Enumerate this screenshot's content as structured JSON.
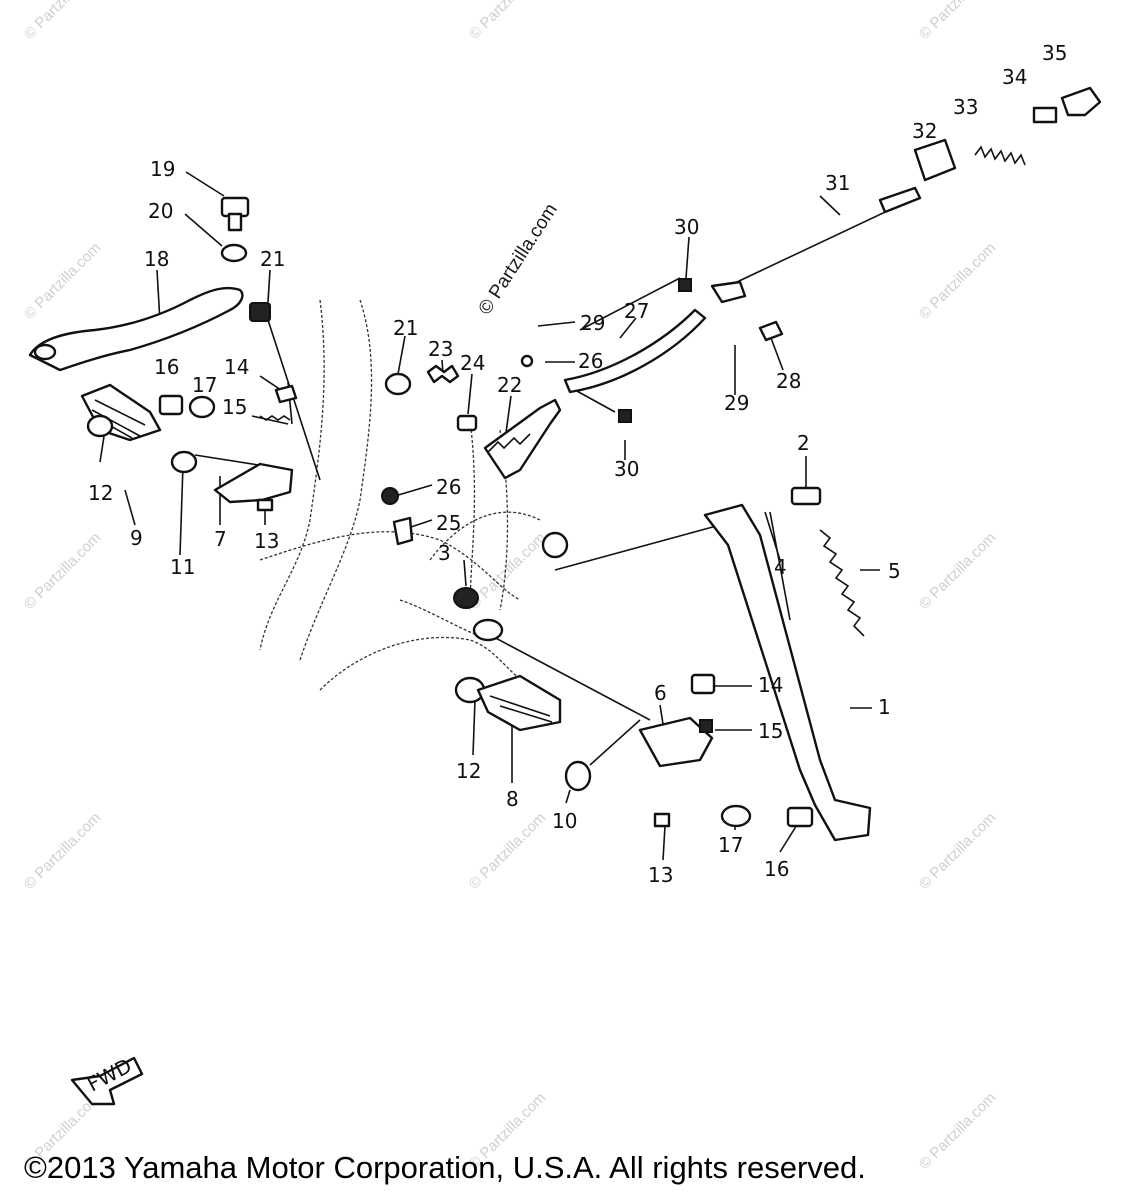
{
  "watermark": {
    "main": "© Partzilla.com",
    "tile": "© Partzilla.com"
  },
  "fwd_label": "FWD",
  "copyright": "©2013 Yamaha Motor Corporation, U.S.A. All rights reserved.",
  "callouts": [
    {
      "id": "19",
      "text": "19"
    },
    {
      "id": "20",
      "text": "20"
    },
    {
      "id": "18",
      "text": "18"
    },
    {
      "id": "21a",
      "text": "21"
    },
    {
      "id": "21b",
      "text": "21"
    },
    {
      "id": "23",
      "text": "23"
    },
    {
      "id": "24",
      "text": "24"
    },
    {
      "id": "22",
      "text": "22"
    },
    {
      "id": "27",
      "text": "27"
    },
    {
      "id": "29a",
      "text": "29"
    },
    {
      "id": "26a",
      "text": "26"
    },
    {
      "id": "28",
      "text": "28"
    },
    {
      "id": "29b",
      "text": "29"
    },
    {
      "id": "30a",
      "text": "30"
    },
    {
      "id": "30b",
      "text": "30"
    },
    {
      "id": "31",
      "text": "31"
    },
    {
      "id": "32",
      "text": "32"
    },
    {
      "id": "33",
      "text": "33"
    },
    {
      "id": "34",
      "text": "34"
    },
    {
      "id": "35",
      "text": "35"
    },
    {
      "id": "16a",
      "text": "16"
    },
    {
      "id": "14a",
      "text": "14"
    },
    {
      "id": "17a",
      "text": "17"
    },
    {
      "id": "15a",
      "text": "15"
    },
    {
      "id": "12a",
      "text": "12"
    },
    {
      "id": "9",
      "text": "9"
    },
    {
      "id": "11",
      "text": "11"
    },
    {
      "id": "7",
      "text": "7"
    },
    {
      "id": "13a",
      "text": "13"
    },
    {
      "id": "26b",
      "text": "26"
    },
    {
      "id": "25",
      "text": "25"
    },
    {
      "id": "3",
      "text": "3"
    },
    {
      "id": "2",
      "text": "2"
    },
    {
      "id": "4",
      "text": "4"
    },
    {
      "id": "5",
      "text": "5"
    },
    {
      "id": "1",
      "text": "1"
    },
    {
      "id": "6",
      "text": "6"
    },
    {
      "id": "14b",
      "text": "14"
    },
    {
      "id": "15b",
      "text": "15"
    },
    {
      "id": "12b",
      "text": "12"
    },
    {
      "id": "8",
      "text": "8"
    },
    {
      "id": "10",
      "text": "10"
    },
    {
      "id": "13b",
      "text": "13"
    },
    {
      "id": "17b",
      "text": "17"
    },
    {
      "id": "16b",
      "text": "16"
    }
  ]
}
